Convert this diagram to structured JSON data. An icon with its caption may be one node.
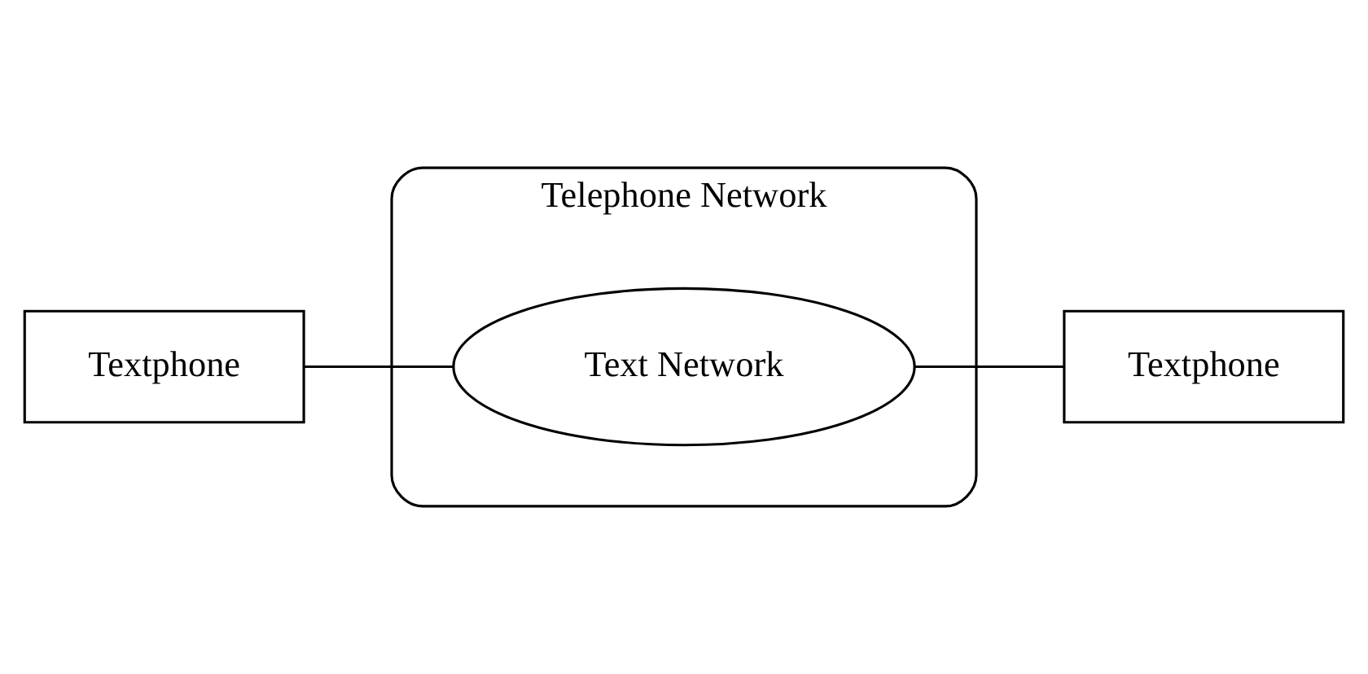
{
  "diagram": {
    "nodes": [
      {
        "text": [
          "Telephone Network"
        ]
      },
      {
        "text": [
          "Text Network"
        ],
        "in": 0
      },
      {
        "text": [
          "Textphone"
        ]
      },
      {
        "text": [
          "Textphone"
        ]
      }
    ],
    "edges": [
      {
        "from": 2,
        "to": 1,
        "arrow": "none"
      },
      {
        "from": 1,
        "to": 3,
        "arrow": "none"
      }
    ]
  }
}
